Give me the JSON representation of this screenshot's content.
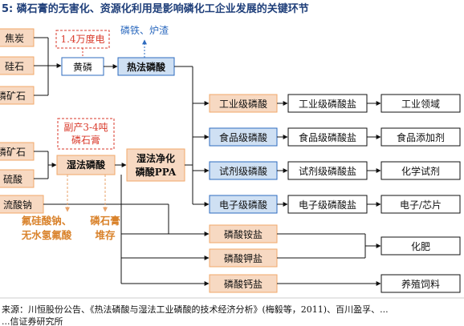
{
  "title": "5: 磷石膏的无害化、资源化利用是影响磷化工企业发展的关键环节",
  "inputs": {
    "coke": "焦炭",
    "silica": "硅石",
    "phosphate_rock_top": "磷矿石",
    "phosphate_rock_bottom": "磷矿石",
    "sulfuric_acid": "硫酸",
    "sodium_fluorosilicate_feed": "流酸钠"
  },
  "electricity": "1.4万度电",
  "phosphorus_iron": "磷铁、炉渣",
  "yellow_phosphorus": "黄磷",
  "thermal_acid": "热法磷酸",
  "byproduct": {
    "line1": "副产3-4吨",
    "line2": "磷石膏"
  },
  "wet_acid": "湿法磷酸",
  "purified": {
    "line1": "湿法净化",
    "line2": "磷酸PPA"
  },
  "fluoride_products": {
    "line1": "氟硅酸钠、",
    "line2": "无水氢氟酸"
  },
  "gypsum_storage": {
    "line1": "磷石膏",
    "line2": "堆存"
  },
  "grades": [
    {
      "acid": "工业级磷酸",
      "salt": "工业级磷酸盐",
      "use": "工业领域"
    },
    {
      "acid": "食品级磷酸",
      "salt": "食品级磷酸盐",
      "use": "食品添加剂"
    },
    {
      "acid": "试剂级磷酸",
      "salt": "试剂级磷酸盐",
      "use": "化学试剂"
    },
    {
      "acid": "电子级磷酸",
      "salt": "电子级磷酸盐",
      "use": "电子/芯片"
    }
  ],
  "salts": {
    "ammonium": "磷酸铵盐",
    "potassium": "磷酸钾盐",
    "calcium": "磷酸钙盐"
  },
  "fertilizer": "化肥",
  "feed": "养殖饲料",
  "source": "来源：川恒股份公告、《热法磷酸与湿法工业磷酸的技术经济分析》(梅毅等，2011)、百川盈孚、...",
  "source_line2": "...信证券研究所"
}
